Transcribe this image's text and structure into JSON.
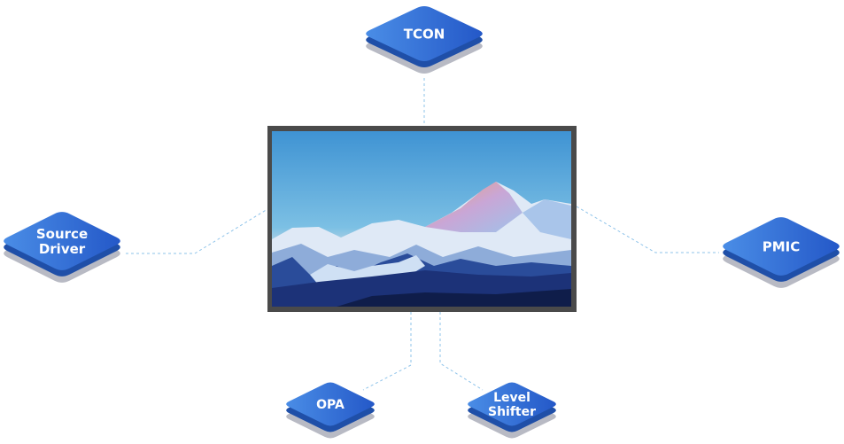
{
  "center": {
    "name": "display-panel",
    "frame_color": "#4a4a4a"
  },
  "nodes": [
    {
      "id": "tcon",
      "lines": [
        "TCON"
      ]
    },
    {
      "id": "source-driver",
      "lines": [
        "Source",
        "Driver"
      ]
    },
    {
      "id": "pmic",
      "lines": [
        "PMIC"
      ]
    },
    {
      "id": "opa",
      "lines": [
        "OPA"
      ]
    },
    {
      "id": "level-shifter",
      "lines": [
        "Level",
        "Shifter"
      ]
    }
  ],
  "colors": {
    "node_top_left": "#4a8de6",
    "node_top_right": "#2458c8",
    "node_side": "#1f4fa8",
    "node_shadow": "#b8bac4",
    "connector": "#8ec3ea"
  }
}
